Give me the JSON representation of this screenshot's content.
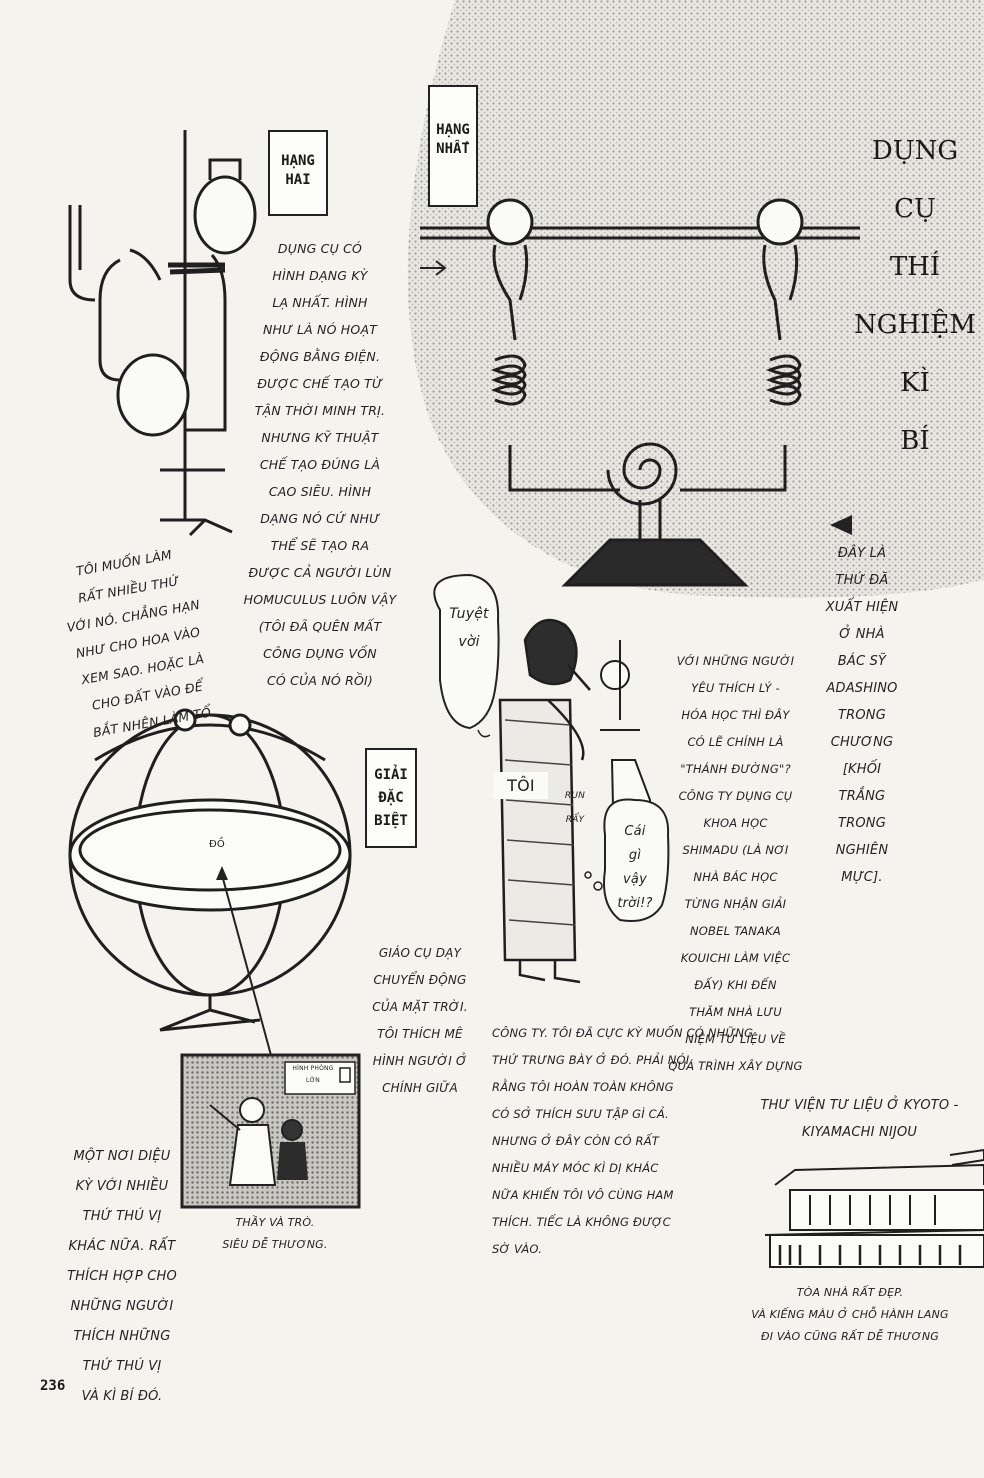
{
  "page_number": "236",
  "title": "DỤNG\nCỤ\nTHÍ\nNGHIỆM\nKÌ\nBÍ",
  "labels": {
    "second": "HẠNG\nHAI",
    "first": "HẠNG\nNHẤT",
    "special": "GIẢI\nĐẶC\nBIỆT"
  },
  "texts": {
    "second_desc": "DỤNG CỤ CÓ\nHÌNH DẠNG KỲ\nLẠ NHẤT. HÌNH\nNHƯ LÀ NÓ HOẠT\nĐỘNG BẰNG ĐIỆN.\nĐƯỢC CHẾ TẠO TỪ\nTẬN THỜI MINH TRỊ.\nNHƯNG KỸ THUẬT\nCHẾ TẠO ĐÚNG LÀ\nCAO SIÊU. HÌNH\nDẠNG NÓ CỨ NHƯ\nTHỂ SẼ TẠO RA\nĐƯỢC CẢ NGƯỜI LÙN\nHOMUCULUS LUÔN VẬY\n(TÔI ĐÃ QUÊN MẤT\nCÔNG DỤNG VỐN\nCÓ CỦA NÓ RỒI)",
    "want_make": "TÔI MUỐN LÀM\nRẤT NHIỀU THỨ\nVỚI NÓ. CHẲNG HẠN\nNHƯ CHO HOA VÀO\nXEM SAO. HOẶC LÀ\nCHO ĐẤT VÀO ĐỂ\nBẮT NHỆN LÀM TỔ",
    "first_note": "ĐÂY LÀ\nTHỨ ĐÃ\nXUẤT HIỆN\nỞ NHÀ\nBÁC SỸ\nADASHINO\nTRONG\nCHƯƠNG\n[KHỐI\nTRẮNG\nTRONG\nNGHIÊN\nMỰC].",
    "bubble_wow": "Tuyệt\nvời",
    "me": "TÔI",
    "tremble": "RUN\nRẨY",
    "bubble_what": "Cái\ngì\nvậy\ntrời!?",
    "science_col": "VỚI NHỮNG NGƯỜI\nYÊU THÍCH LÝ -\nHÓA HỌC THÌ ĐÂY\nCÓ LẼ CHÍNH LÀ\n\"THÁNH ĐƯỜNG\"?\nCÔNG TY DỤNG CỤ\nKHOA HỌC\nSHIMADU (LÀ NƠI\nNHÀ BÁC HỌC\nTỪNG NHẬN GIẢI\nNOBEL TANAKA\nKOUICHI LÀM VIỆC\nĐẤY) KHI ĐẾN\nTHĂM NHÀ LƯU\nNIỆM TƯ LIỆU VỀ\nQUÁ TRÌNH XÂY DỰNG",
    "science_cont": "CÔNG TY. TÔI ĐÃ CỰC KỲ MUỐN CÓ NHỮNG\nTHỨ TRƯNG BÀY Ở ĐÓ. PHẢI NÓI\nRẰNG TÔI HOÀN TOÀN KHÔNG\nCÓ SỞ THÍCH SƯU TẬP GÌ CẢ.\nNHƯNG Ở ĐÂY CÒN CÓ RẤT\nNHIỀU MÁY MÓC KÌ DỊ KHÁC\nNỮA KHIẾN TÔI VÔ CÙNG HAM\nTHÍCH. TIẾC LÀ KHÔNG ĐƯỢC\nSỜ VÀO.",
    "sun_model": "GIÁO CỤ DẠY\nCHUYỂN ĐỘNG\nCỦA MẶT TRỜI.\nTÔI THÍCH MÊ\nHÌNH NGƯỜI Ở\nCHÍNH GIỮA",
    "globe_tag": "ĐỒ",
    "room_sign": "HÌNH PHÒNG\nLỚN",
    "teacher_caption": "THẦY VÀ TRÒ.\nSIÊU DỄ THƯƠNG.",
    "wonder_place": "MỘT NƠI DIỆU\nKỲ VỚI NHIỀU\nTHỨ THÚ VỊ\nKHÁC NỮA. RẤT\nTHÍCH HỢP CHO\nNHỮNG NGƯỜI\nTHÍCH NHỮNG\nTHỨ THÚ VỊ\nVÀ KÌ BÍ ĐÓ.",
    "library_title": "THƯ VIỆN TƯ LIỆU Ở KYOTO -\nKIYAMACHI NIJOU",
    "building_caption": "TÒA NHÀ RẤT ĐẸP.\nVÀ KIẾNG MÀU Ở CHỖ HÀNH LANG\nĐI VÀO CŨNG RẤT DỄ THƯƠNG"
  },
  "colors": {
    "paper": "#f4f3ee",
    "ink": "#1b1b1b",
    "screentone": "#d9d8d2"
  }
}
